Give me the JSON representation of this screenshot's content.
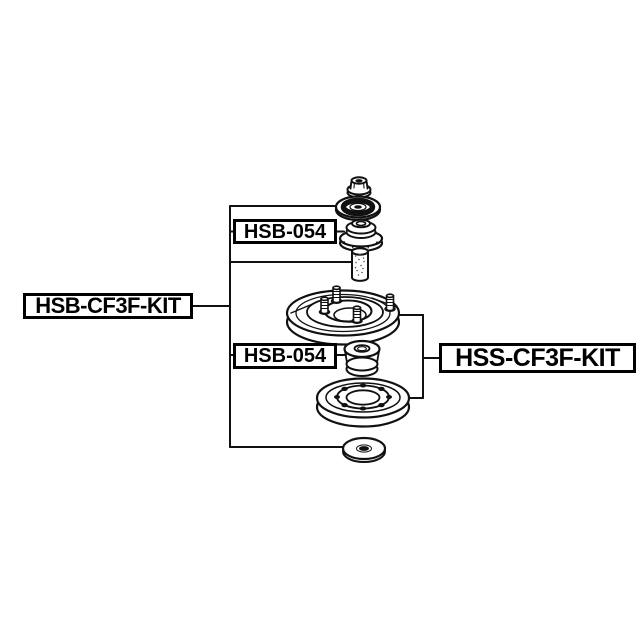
{
  "diagram": {
    "title_note": "exploded suspension strut mount parts diagram",
    "colors": {
      "background": "#ffffff",
      "line": "#111111",
      "label_border": "#000000",
      "label_text": "#000000"
    },
    "labels": {
      "left_kit": "HSB-CF3F-KIT",
      "right_kit": "HSS-CF3F-KIT",
      "hsb_top": "HSB-054",
      "hsb_bottom": "HSB-054"
    },
    "parts": [
      "flange-nut",
      "bearing-seal-washer",
      "upper-strut-mount-bushing",
      "spacer-sleeve",
      "strut-mount-plate",
      "lower-strut-mount-bushing",
      "spring-seat-bearing-plate",
      "flat-washer"
    ]
  }
}
